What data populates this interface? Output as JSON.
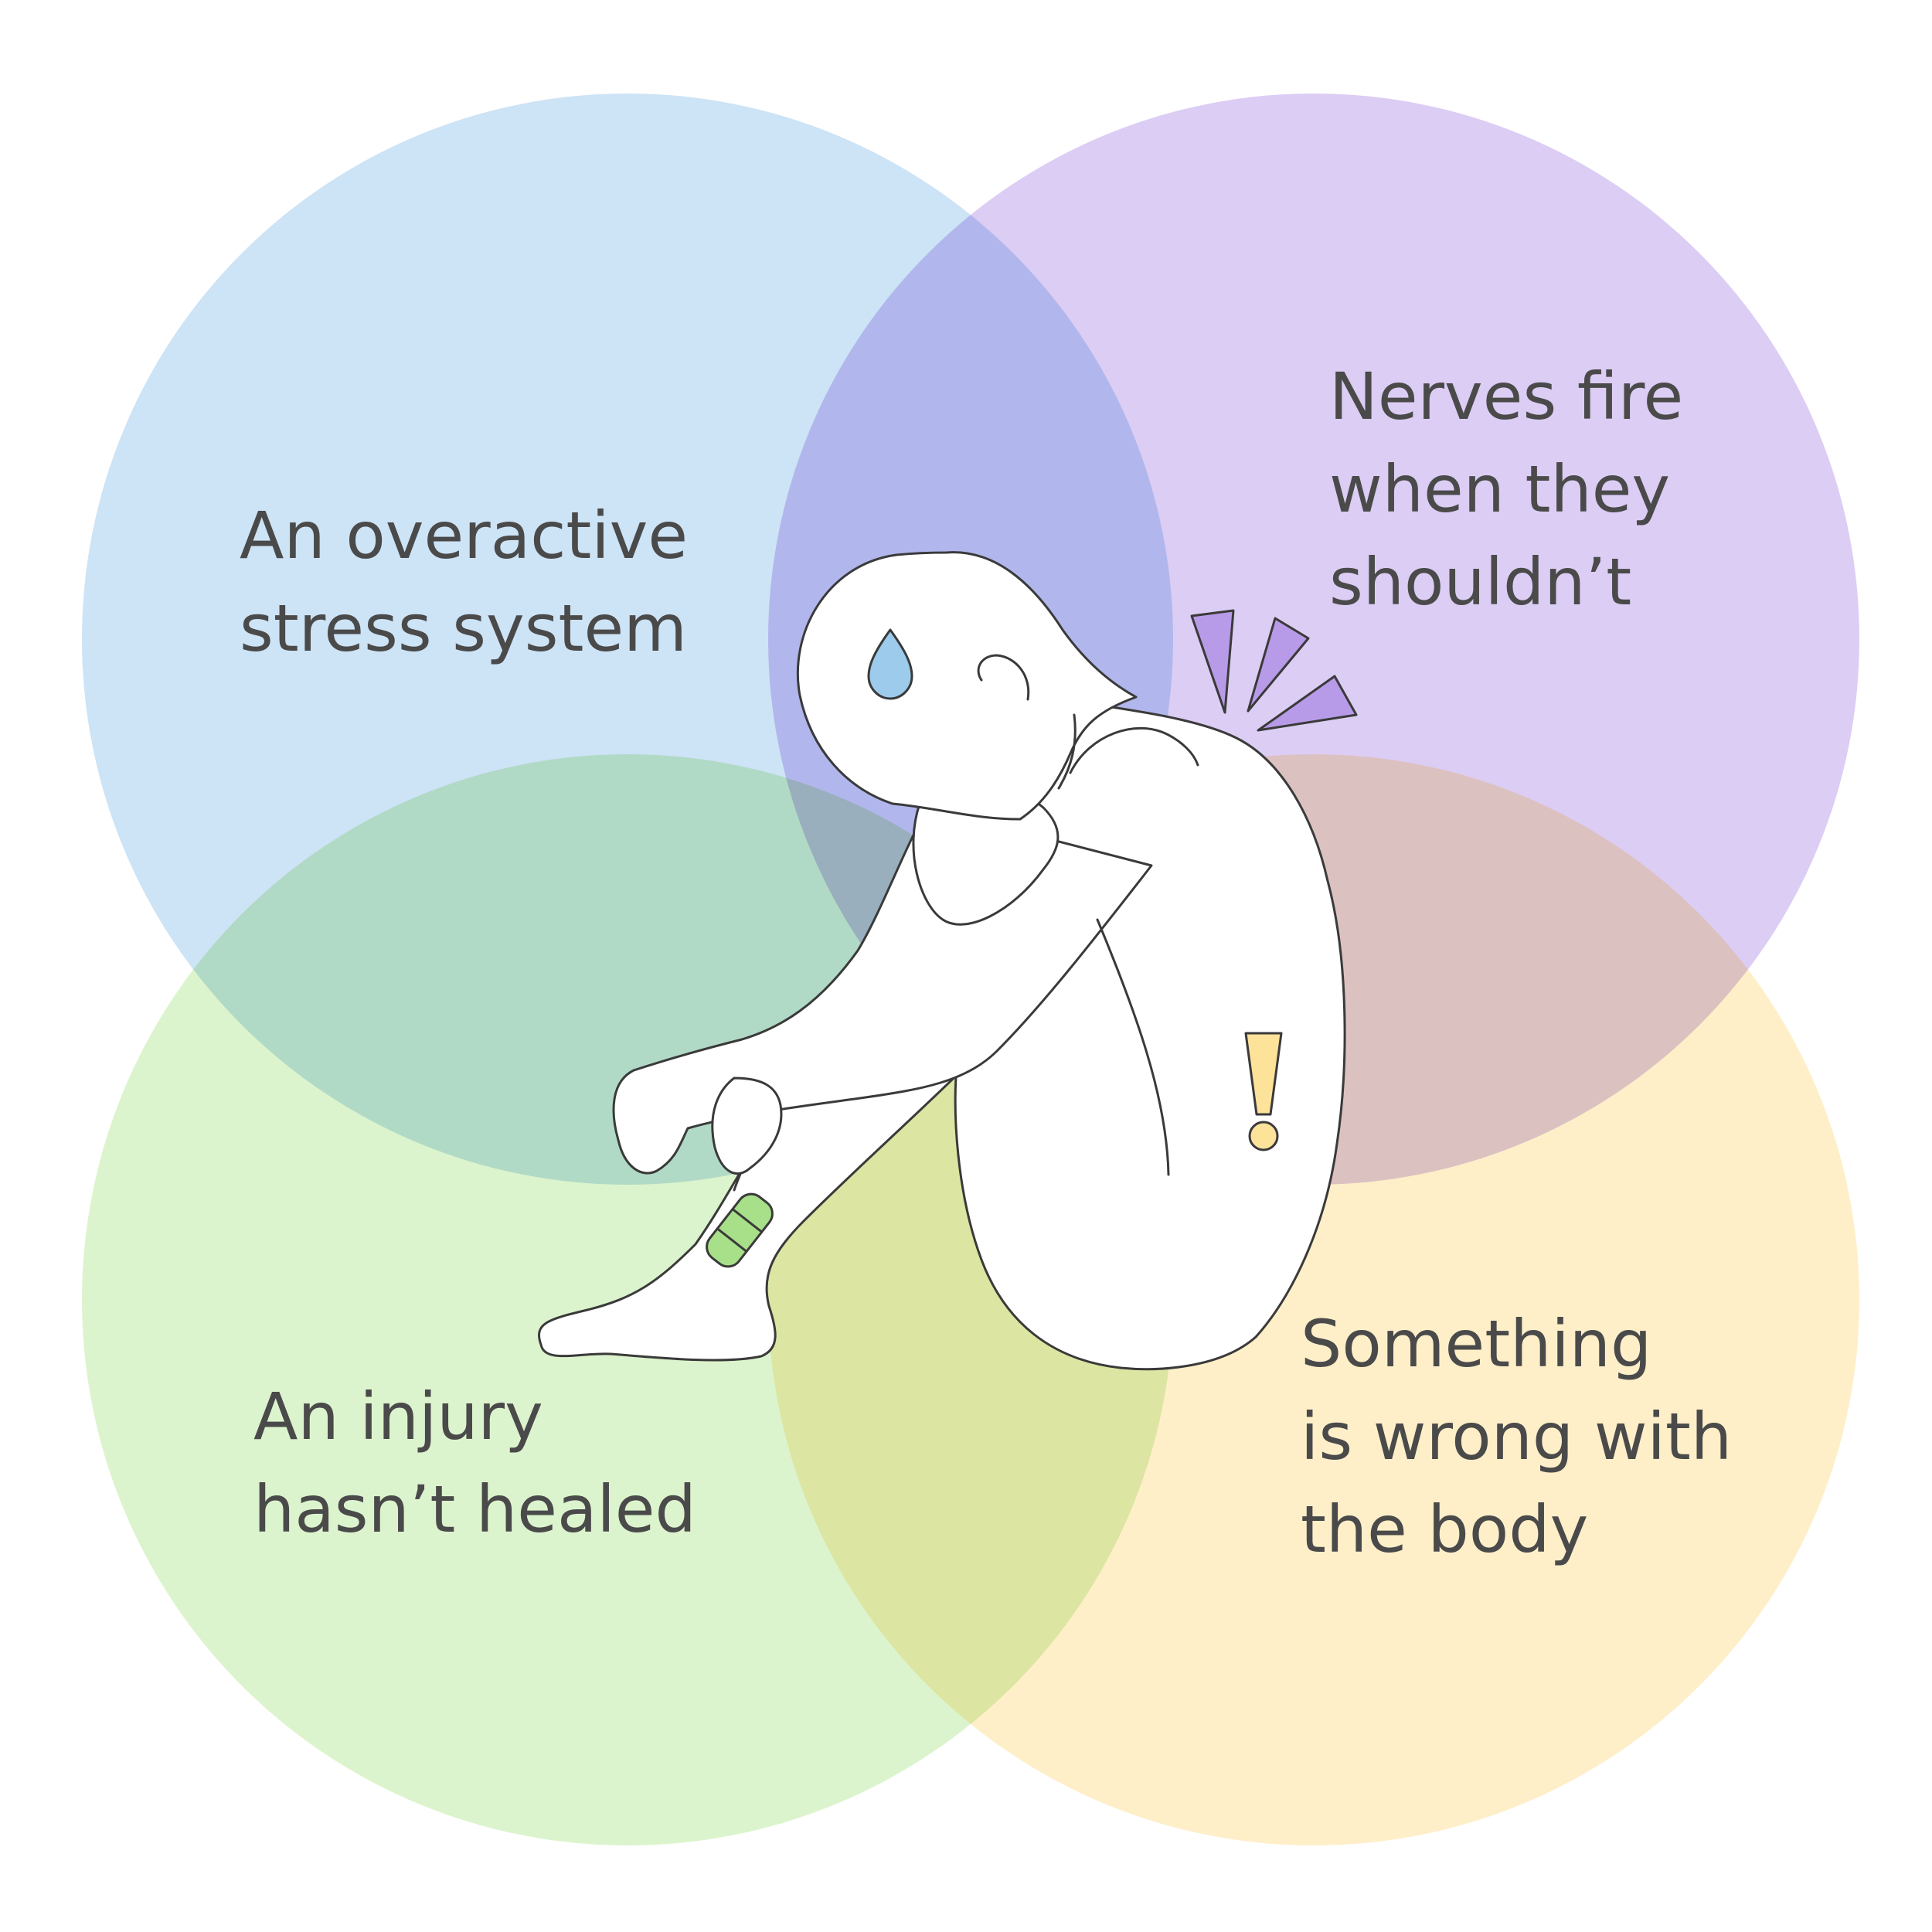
{
  "colors": {
    "background": "#ffffff",
    "stress_circle": "#b5d6f2",
    "nerves_circle": "#cbb5ef",
    "injury_circle": "#cbefb5",
    "body_circle": "#fde8b0",
    "text": "#4a4a4a",
    "outline": "#3a3a3a",
    "figure_fill": "#ffffff",
    "teardrop": "#9ccbec",
    "pain_spikes": "#b89be8",
    "exclamation": "#fde29a",
    "bandage": "#a8e08a"
  },
  "circles": [
    {
      "id": "stress",
      "lines": [
        "An overactive",
        "stress system"
      ]
    },
    {
      "id": "nerves",
      "lines": [
        "Nerves fire",
        "when they",
        "shouldn’t"
      ]
    },
    {
      "id": "injury",
      "lines": [
        "An injury",
        "hasn’t healed"
      ]
    },
    {
      "id": "body",
      "lines": [
        "Something",
        "is wrong with",
        "the body"
      ]
    }
  ],
  "figure": {
    "description_icons": [
      "teardrop-icon",
      "pain-spikes-icon",
      "exclamation-icon",
      "bandage-icon"
    ]
  }
}
